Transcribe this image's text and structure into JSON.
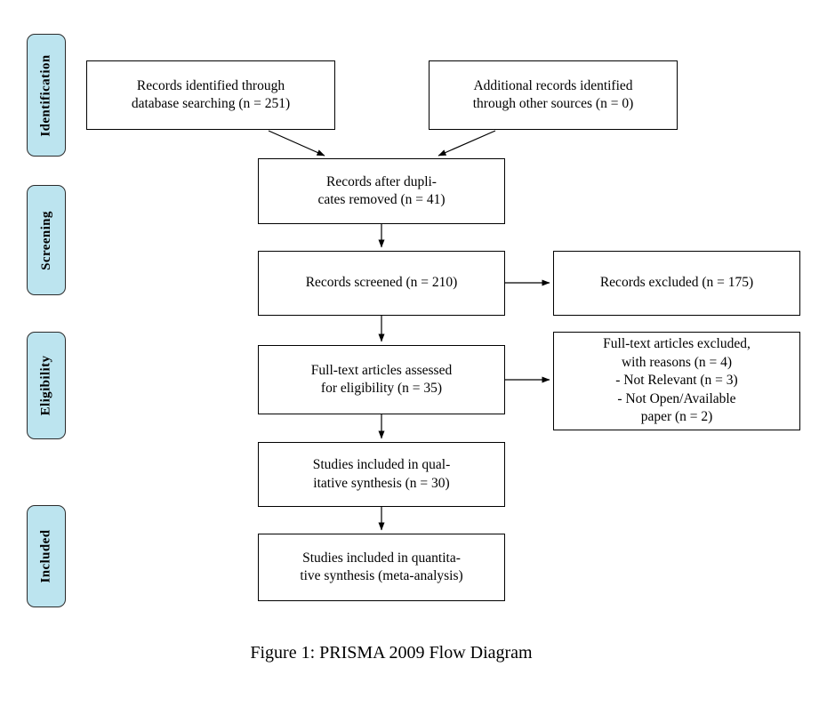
{
  "figure": {
    "caption": "Figure 1: PRISMA 2009 Flow Diagram"
  },
  "stages": [
    {
      "label": "Identification"
    },
    {
      "label": "Screening"
    },
    {
      "label": "Eligibility"
    },
    {
      "label": "Included"
    }
  ],
  "boxes": {
    "records_identified": "Records identified through\ndatabase searching (n = 251)",
    "additional_records": "Additional records identified\nthrough other sources (n = 0)",
    "after_duplicates": "Records after dupli-\ncates removed (n = 41)",
    "records_screened": "Records screened (n = 210)",
    "records_excluded": "Records excluded (n = 175)",
    "fulltext_assessed": "Full-text articles assessed\nfor eligibility (n = 35)",
    "fulltext_excluded": "Full-text articles excluded,\nwith reasons (n = 4)\n- Not Relevant (n = 3)\n- Not Open/Available\npaper (n = 2)",
    "qualitative": "Studies included in qual-\nitative synthesis (n = 30)",
    "quantitative": "Studies included in quantita-\ntive synthesis (meta-analysis)"
  },
  "colors": {
    "stage_fill": "#bce4ef",
    "stage_border": "#2b2b2b",
    "box_border": "#000000",
    "arrow": "#000000"
  }
}
